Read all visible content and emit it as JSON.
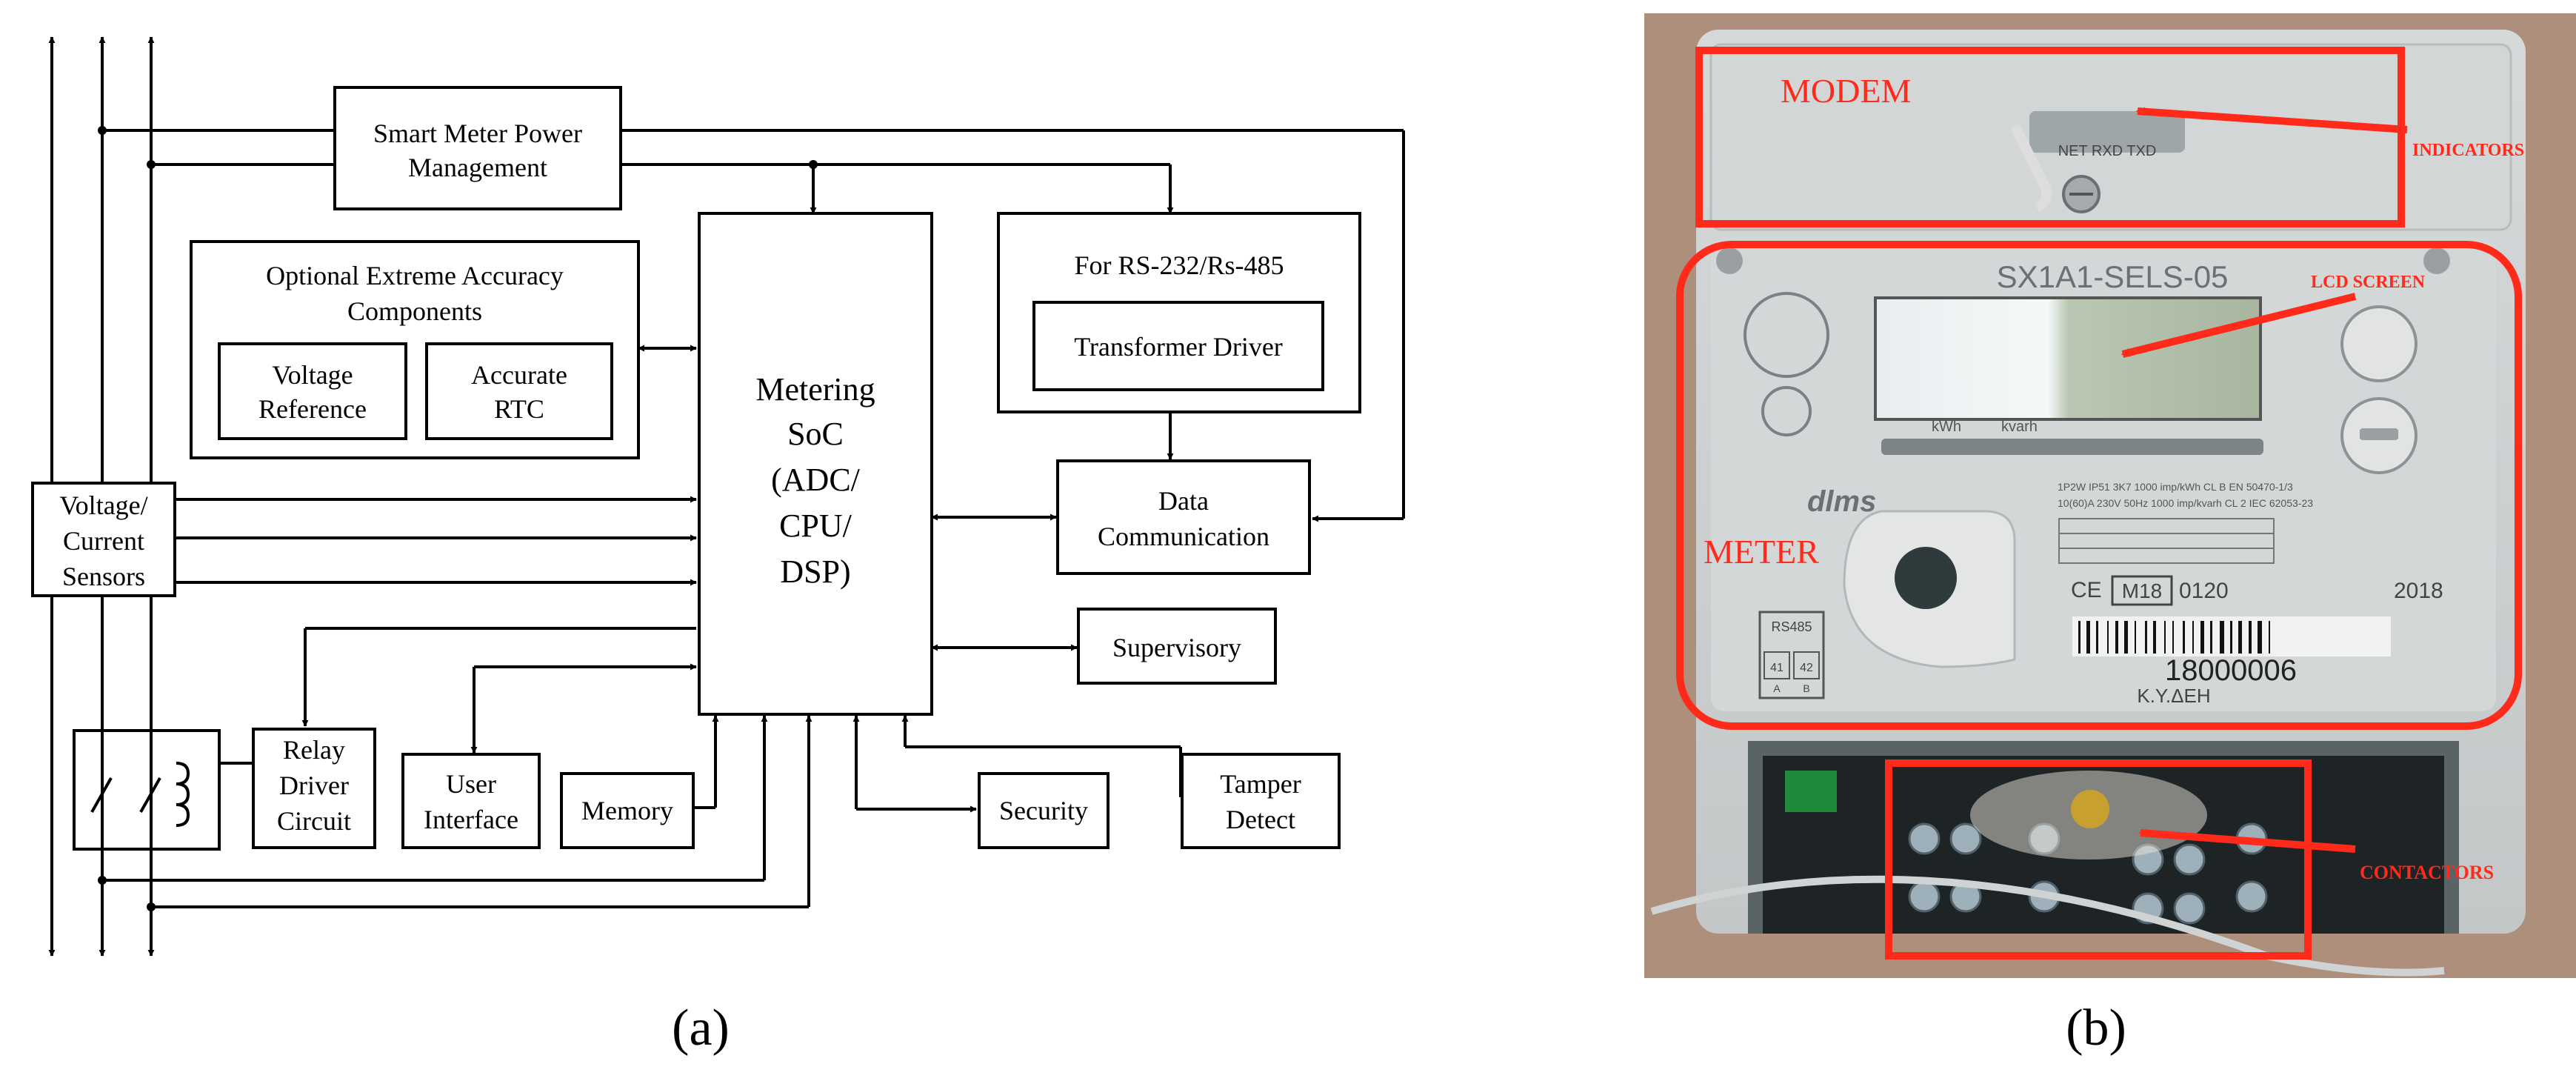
{
  "panel_a": {
    "caption": "(a)",
    "blocks": {
      "power_mgmt": [
        "Smart Meter Power",
        "Management"
      ],
      "optional": [
        "Optional Extreme Accuracy",
        "Components"
      ],
      "voltage_ref": [
        "Voltage",
        "Reference"
      ],
      "rtc": [
        "Accurate",
        "RTC"
      ],
      "soc": [
        "Metering",
        "SoC",
        "(ADC/",
        "CPU/",
        "DSP)"
      ],
      "rs232": "For RS-232/Rs-485",
      "transformer": "Transformer Driver",
      "data_comm": [
        "Data",
        "Communication"
      ],
      "sensors": [
        "Voltage/",
        "Current",
        "Sensors"
      ],
      "supervisory": "Supervisory",
      "relay": [
        "Relay",
        "Driver",
        "Circuit"
      ],
      "user_if": [
        "User",
        "Interface"
      ],
      "memory": "Memory",
      "security": "Security",
      "tamper": [
        "Tamper",
        "Detect"
      ]
    }
  },
  "panel_b": {
    "caption": "(b)",
    "labels": {
      "modem": "MODEM",
      "indicators": "INDICATORS",
      "lcd": "LCD SCREEN",
      "meter": "METER",
      "contactors": "CONTACTORS"
    },
    "device": {
      "model": "SX1A1-SELS-05",
      "kwh": "kWh",
      "kvarh": "kvarh",
      "leds": "NET RXD TXD",
      "brand": "dlms",
      "specs": [
        "1P2W    IP51    3K7    1000 imp/kWh    CL B   EN 50470-1/3",
        "10(60)A  230V  50Hz  1000 imp/kvarh  CL 2  IEC 62053-23"
      ],
      "ce": "CE",
      "m18": "M18",
      "code": "0120",
      "year": "2018",
      "barcode": "18000006",
      "owner": "K.Y.ΔEH",
      "rs485": "RS485",
      "term_a": "41",
      "term_b": "42",
      "term_a_lbl": "A",
      "term_b_lbl": "B"
    }
  },
  "colors": {
    "line": "#000000",
    "annotation": "#ff2a1a",
    "meter_body": "#cfd3d4",
    "background_wood": "#b89a86"
  }
}
